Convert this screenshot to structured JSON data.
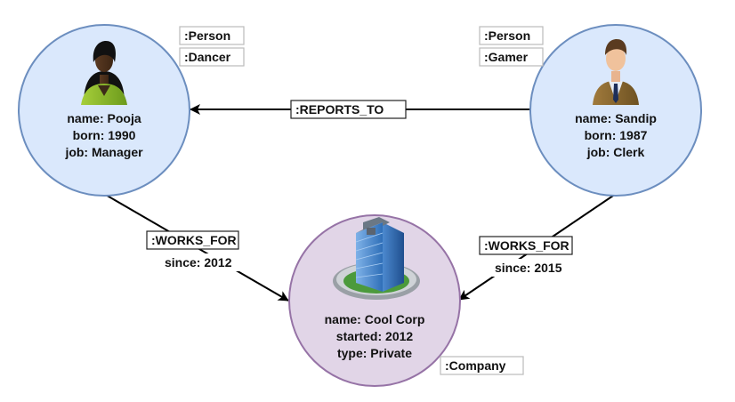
{
  "colors": {
    "person_fill": "#dae8fc",
    "person_stroke": "#6c8ebf",
    "company_fill": "#e1d5e7",
    "company_stroke": "#9673a6",
    "edge": "#000000",
    "label_box_light": "#bbbbbb",
    "label_box_dark": "#222222"
  },
  "nodes": {
    "pooja": {
      "icon": "woman-avatar-icon",
      "labels": [
        ":Person",
        ":Dancer"
      ],
      "props": [
        "name: Pooja",
        "born: 1990",
        "job: Manager"
      ]
    },
    "sandip": {
      "icon": "man-avatar-icon",
      "labels": [
        ":Person",
        ":Gamer"
      ],
      "props": [
        "name: Sandip",
        "born: 1987",
        "job: Clerk"
      ]
    },
    "coolcorp": {
      "icon": "office-building-icon",
      "labels": [
        ":Company"
      ],
      "props": [
        "name: Cool Corp",
        "started: 2012",
        "type: Private"
      ]
    }
  },
  "edges": {
    "reports_to": {
      "type": ":REPORTS_TO",
      "from": "Sandip",
      "to": "Pooja"
    },
    "pooja_works_for": {
      "type": ":WORKS_FOR",
      "since": "since: 2012",
      "from": "Pooja",
      "to": "Cool Corp"
    },
    "sandip_works_for": {
      "type": ":WORKS_FOR",
      "since": "since: 2015",
      "from": "Sandip",
      "to": "Cool Corp"
    }
  }
}
